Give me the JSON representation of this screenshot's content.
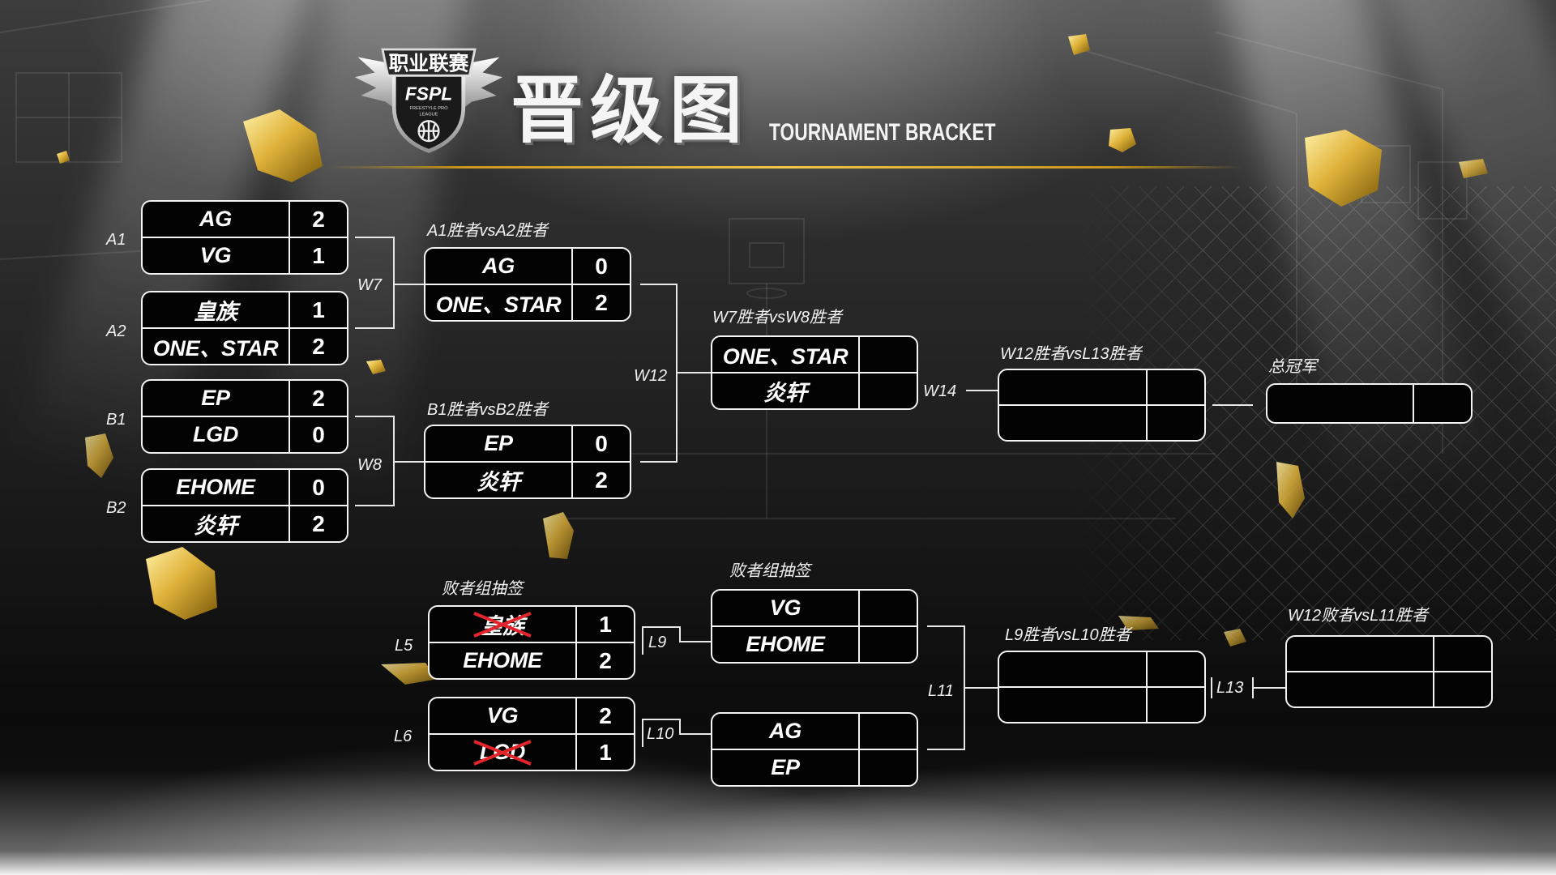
{
  "header": {
    "logo": {
      "name": "职业联赛",
      "abbr": "FSPL",
      "sub_line1": "FREESTYLE PRO",
      "sub_line2": "LEAGUE"
    },
    "title_cn": "晋级图",
    "title_en": "TOURNAMENT BRACKET"
  },
  "colors": {
    "gold": "#e0b33a",
    "box_background": "#030303",
    "box_border": "#f4f4f4",
    "eliminated_mark": "#e3242b"
  },
  "matches": {
    "a1": {
      "label": "A1",
      "teams": [
        {
          "name": "AG",
          "score": "2"
        },
        {
          "name": "VG",
          "score": "1"
        }
      ]
    },
    "a2": {
      "label": "A2",
      "teams": [
        {
          "name": "皇族",
          "score": "1"
        },
        {
          "name": "ONE、STAR",
          "score": "2"
        }
      ]
    },
    "b1": {
      "label": "B1",
      "teams": [
        {
          "name": "EP",
          "score": "2"
        },
        {
          "name": "LGD",
          "score": "0"
        }
      ]
    },
    "b2": {
      "label": "B2",
      "teams": [
        {
          "name": "EHOME",
          "score": "0"
        },
        {
          "name": "炎轩",
          "score": "2"
        }
      ]
    },
    "w7": {
      "label": "W7",
      "title": "A1胜者vsA2胜者",
      "teams": [
        {
          "name": "AG",
          "score": "0"
        },
        {
          "name": "ONE、STAR",
          "score": "2"
        }
      ]
    },
    "w8": {
      "label": "W8",
      "title": "B1胜者vsB2胜者",
      "teams": [
        {
          "name": "EP",
          "score": "0"
        },
        {
          "name": "炎轩",
          "score": "2"
        }
      ]
    },
    "w12": {
      "label": "W12",
      "title": "W7胜者vsW8胜者",
      "teams": [
        {
          "name": "ONE、STAR"
        },
        {
          "name": "炎轩"
        }
      ]
    },
    "w14": {
      "label": "W14",
      "title": "W12胜者vsL13胜者"
    },
    "final": {
      "title": "总冠军"
    },
    "l5": {
      "label": "L5",
      "title": "败者组抽签",
      "teams": [
        {
          "name": "皇族",
          "score": "1",
          "eliminated": true
        },
        {
          "name": "EHOME",
          "score": "2"
        }
      ]
    },
    "l6": {
      "label": "L6",
      "teams": [
        {
          "name": "VG",
          "score": "2"
        },
        {
          "name": "LGD",
          "score": "1",
          "eliminated": true
        }
      ]
    },
    "l9": {
      "label": "L9",
      "title": "败者组抽签",
      "teams": [
        {
          "name": "VG"
        },
        {
          "name": "EHOME"
        }
      ]
    },
    "l10": {
      "label": "L10",
      "teams": [
        {
          "name": "AG"
        },
        {
          "name": "EP"
        }
      ]
    },
    "l11": {
      "label": "L11",
      "title": "L9胜者vsL10胜者"
    },
    "l13": {
      "label": "L13",
      "title": "W12败者vsL11胜者"
    }
  }
}
